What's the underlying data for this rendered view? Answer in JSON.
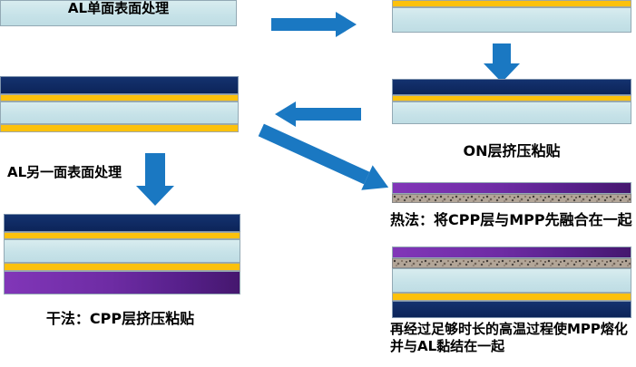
{
  "palette": {
    "arrow": "#1a78c2",
    "AL": "#cde6ea",
    "adhesive": "#fcc10c",
    "ON": "#0f2d69",
    "CPP_light": "#8136b8",
    "CPP_dark": "#45176e",
    "MPP_base": "#b3a698"
  },
  "labels": {
    "step_al_one_side": "AL单面表面处理",
    "step_on_laminate": "ON层挤压粘贴",
    "step_al_other_side": "AL另一面表面处理",
    "step_dry_cpp": "干法：CPP层挤压粘贴",
    "step_heat_cpp_mpp": "热法：将CPP层与MPP先融合在一起",
    "step_heat_final": "再经过足够时长的高温过程使MPP熔化并与AL黏结在一起"
  },
  "stacks": {
    "al_foil": {
      "layers": [
        {
          "material": "AL",
          "h": 29
        }
      ]
    },
    "al_treated": {
      "layers": [
        {
          "material": "adhesive",
          "h": 8
        },
        {
          "material": "AL",
          "h": 28
        }
      ]
    },
    "al_both_treated": {
      "layers": [
        {
          "material": "ON",
          "h": 20
        },
        {
          "material": "adhesive",
          "h": 8
        },
        {
          "material": "AL",
          "h": 25
        },
        {
          "material": "adhesive",
          "h": 9
        }
      ]
    },
    "on_laminated": {
      "layers": [
        {
          "material": "ON",
          "h": 18
        },
        {
          "material": "adhesive",
          "h": 7
        },
        {
          "material": "AL",
          "h": 25
        }
      ]
    },
    "cpp_mpp_fused": {
      "layers": [
        {
          "material": "CPP",
          "h": 13
        },
        {
          "material": "MPP",
          "h": 10
        }
      ]
    },
    "dry_laminate": {
      "layers": [
        {
          "material": "ON",
          "h": 20
        },
        {
          "material": "adhesive",
          "h": 8
        },
        {
          "material": "AL",
          "h": 26
        },
        {
          "material": "adhesive",
          "h": 9
        },
        {
          "material": "CPP",
          "h": 26
        }
      ]
    },
    "heat_final": {
      "layers": [
        {
          "material": "CPP",
          "h": 13
        },
        {
          "material": "MPP",
          "h": 11
        },
        {
          "material": "AL",
          "h": 27
        },
        {
          "material": "adhesive",
          "h": 9
        },
        {
          "material": "ON",
          "h": 19
        }
      ]
    }
  }
}
